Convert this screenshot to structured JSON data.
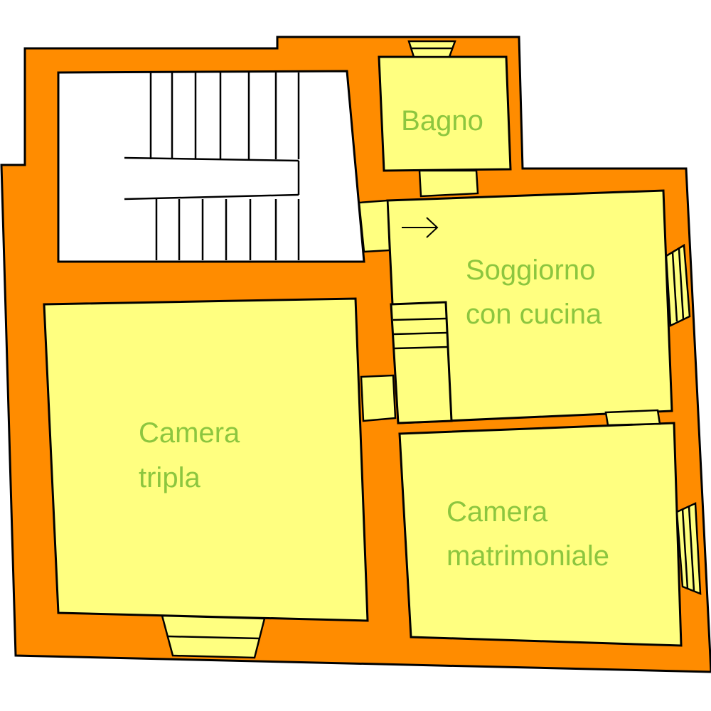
{
  "colors": {
    "wall": "#ff8c00",
    "room": "#ffff80",
    "stair_well": "#ffffff",
    "label": "#8cc63f",
    "outline": "#000000"
  },
  "rooms": {
    "bagno": {
      "label": "Bagno"
    },
    "soggiorno": {
      "line1": "Soggiorno",
      "line2": "con cucina"
    },
    "camera_tripla": {
      "line1": "Camera",
      "line2": "tripla"
    },
    "camera_matrimoniale": {
      "line1": "Camera",
      "line2": "matrimoniale"
    }
  },
  "icons": {
    "entrance_arrow": "arrow-right-icon"
  }
}
